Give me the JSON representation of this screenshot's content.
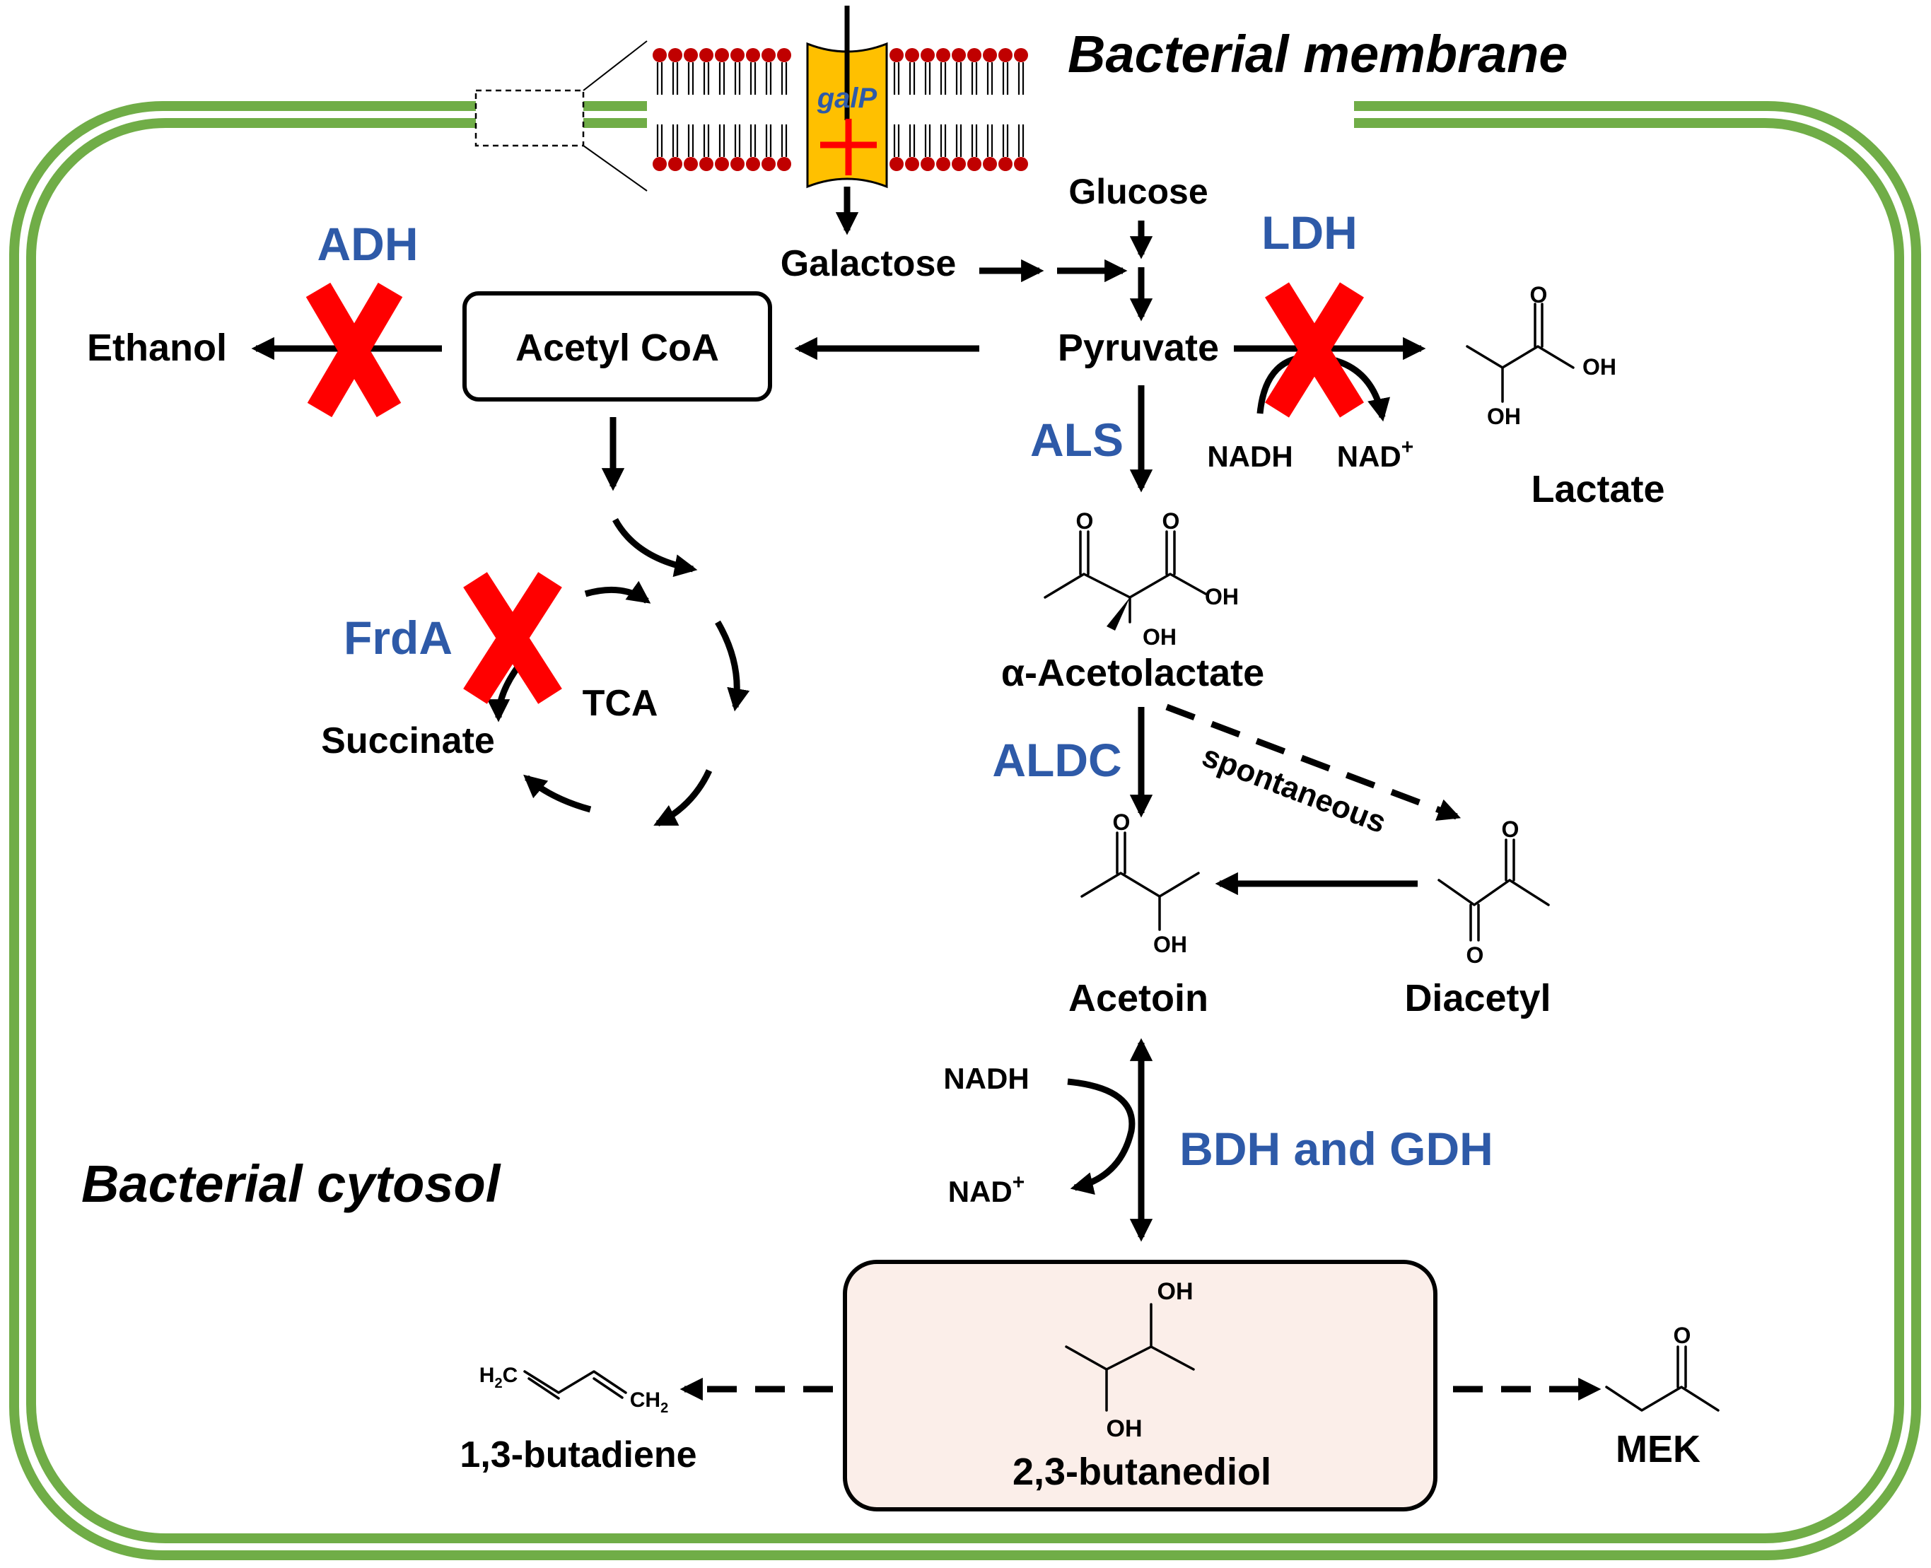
{
  "labels": {
    "membrane": "Bacterial membrane",
    "cytosol": "Bacterial cytosol",
    "transporter": "galP"
  },
  "metabolites": {
    "glucose": "Glucose",
    "galactose": "Galactose",
    "pyruvate": "Pyruvate",
    "acetyl_coa": "Acetyl CoA",
    "ethanol": "Ethanol",
    "lactate": "Lactate",
    "acetolactate": "α-Acetolactate",
    "acetoin": "Acetoin",
    "diacetyl": "Diacetyl",
    "butanediol": "2,3-butanediol",
    "butadiene": "1,3-butadiene",
    "mek": "MEK",
    "succinate": "Succinate",
    "tca": "TCA"
  },
  "enzymes": {
    "adh": "ADH",
    "ldh": "LDH",
    "als": "ALS",
    "aldc": "ALDC",
    "frda": "FrdA",
    "bdh_gdh": "BDH and GDH"
  },
  "cofactors": {
    "nadh": "NADH",
    "nad": "NAD",
    "nad_charge": "+"
  },
  "annotations": {
    "spontaneous": "spontaneous"
  },
  "atoms": {
    "o": "O",
    "oh": "OH",
    "h2c": "H",
    "ch2": "CH",
    "sub2": "2"
  },
  "colors": {
    "membrane_green": "#70ad47",
    "enzyme_blue": "#2e5aa8",
    "knockout_red": "#ff0000",
    "lipid_red": "#c00000",
    "transporter_fill": "#ffc000",
    "product_box_fill": "#fbeee9"
  }
}
